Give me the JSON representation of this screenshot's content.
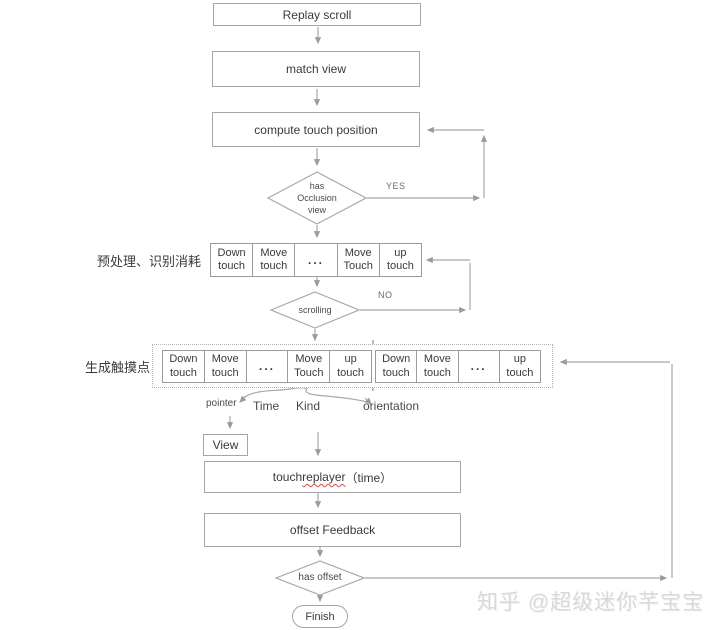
{
  "nodes": {
    "replay_scroll": "Replay scroll",
    "match_view": "match view",
    "compute_touch_position": "compute touch position",
    "occlusion_decision": "has\nOcclusion\nview",
    "scrolling_decision": "scrolling",
    "offset_decision": "has offset",
    "view": "View",
    "touch_replayer": {
      "pre": "touch ",
      "word": "replayer",
      "post": "（time）"
    },
    "offset_feedback": "offset Feedback",
    "finish": "Finish"
  },
  "branch_labels": {
    "yes": "YES",
    "no": "NO"
  },
  "side_labels": {
    "preprocess": "预处理、识别消耗",
    "generate": "生成触摸点"
  },
  "touch_rows": {
    "row1": [
      "Down touch",
      "Move touch",
      "...",
      "Move Touch",
      "up touch"
    ],
    "row2_left": [
      "Down touch",
      "Move touch",
      "...",
      "Move Touch",
      "up touch"
    ],
    "row2_right": [
      "Down touch",
      "Move touch",
      "...",
      "up touch"
    ]
  },
  "attribute_labels": {
    "pointer": "pointer",
    "time": "Time",
    "kind": "Kind",
    "orientation": "orientation"
  },
  "watermark": "知乎 @超级迷你芊宝宝",
  "colors": {
    "line": "#a6a6a6",
    "box_border": "#a6a6a6",
    "text": "#3a3a3a",
    "watermark": "#d9d9d9",
    "spellcheck_underline": "#e14b4b"
  }
}
